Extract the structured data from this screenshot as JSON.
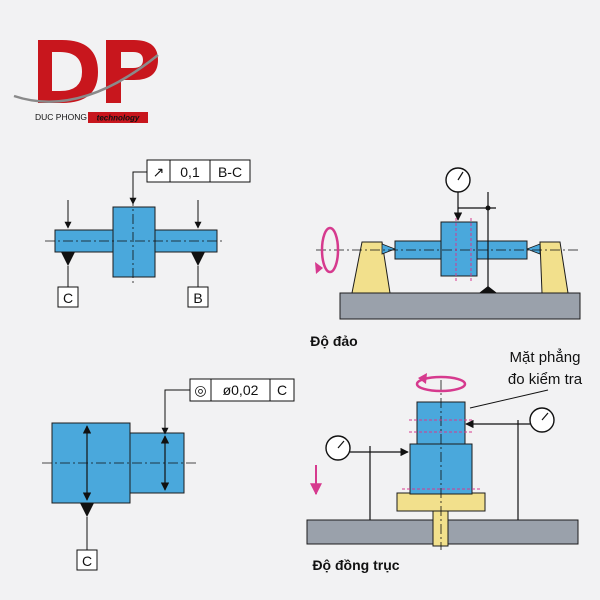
{
  "logo": {
    "letters": "DP",
    "company": "DUC PHONG",
    "suffix": "technology"
  },
  "runout": {
    "tolerance_symbol": "↗",
    "tolerance_value": "0,1",
    "datum_ref": "B-C",
    "datum_left": "C",
    "datum_right": "B",
    "caption": "Độ đảo"
  },
  "concentricity": {
    "tolerance_symbol": "◎",
    "tolerance_value": "ø0,02",
    "datum_ref": "C",
    "datum_bottom": "C",
    "caption": "Độ đồng trục",
    "plane_label_line1": "Mặt phẳng",
    "plane_label_line2": "đo kiểm tra"
  },
  "colors": {
    "part_blue": "#4aa8dc",
    "fixture_yellow": "#f2e08c",
    "base_gray": "#9aa1ab",
    "logo_red": "#c8161d",
    "arrow_magenta": "#d63a8e"
  }
}
